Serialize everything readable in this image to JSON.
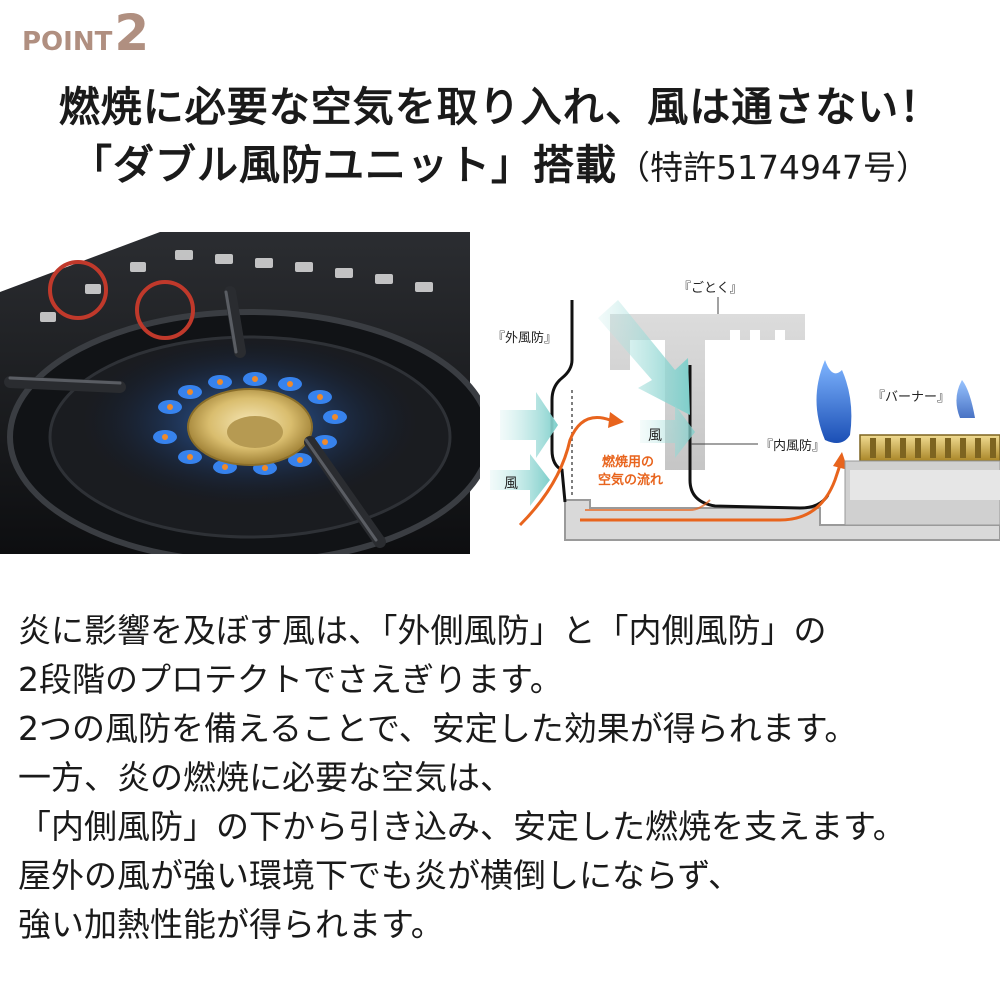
{
  "point": {
    "word": "POINT",
    "number": "2"
  },
  "headline": {
    "line1": "燃焼に必要な空気を取り入れ、風は通さない！",
    "line2": "「ダブル風防ユニット」搭載",
    "line2_small": "（特許5174947号）"
  },
  "diagram": {
    "label_gotoku": "『ごとく』",
    "label_outer": "『外風防』",
    "label_burner": "『バーナー』",
    "label_inner": "『内風防』",
    "label_wind_1": "風",
    "label_wind_2": "風",
    "label_air_1": "燃焼用の",
    "label_air_2": "空気の流れ"
  },
  "body": {
    "lines": [
      "炎に影響を及ぼす風は、「外側風防」と「内側風防」の",
      "2段階のプロテクトでさえぎります。",
      "2つの風防を備えることで、安定した効果が得られます。",
      "一方、炎の燃焼に必要な空気は、",
      "「内側風防」の下から引き込み、安定した燃焼を支えます。",
      "屋外の風が強い環境下でも炎が横倒しにならず、",
      "強い加熱性能が得られます。"
    ]
  },
  "colors": {
    "accent": "#b08f80",
    "circle": "#c0392b",
    "air_flow": "#e8641d",
    "wind_arrow": "#8fd3d3",
    "flame": "#2a6fd6",
    "burner_gold": "#c8a64a"
  }
}
